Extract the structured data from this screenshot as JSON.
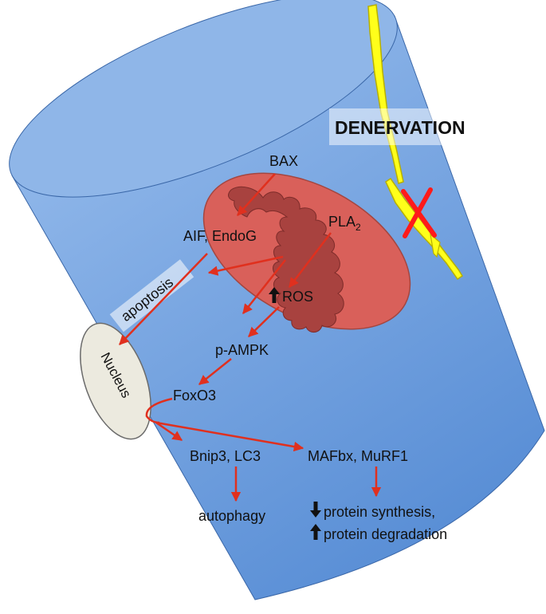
{
  "colors": {
    "cylinder_top": "#8fb6e8",
    "cylinder_body_light": "#9cc0ee",
    "cylinder_body_dark": "#5a8fd6",
    "mitochondrion_outer": "#d9605a",
    "mitochondrion_inner": "#a8423f",
    "nerve": "#ffff1a",
    "cross": "#ff1a1a",
    "arrow": "#e0301e",
    "nucleus": "#eceadf"
  },
  "labels": {
    "denervation": "DENERVATION",
    "bax": "BAX",
    "pla2_base": "PLA",
    "pla2_sub": "2",
    "aif_endog": "AIF, EndoG",
    "apoptosis": "apoptosis",
    "ros": "ROS",
    "p_ampk": "p-AMPK",
    "nucleus": "Nucleus",
    "foxo3": "FoxO3",
    "bnip3_lc3": "Bnip3, LC3",
    "mafbx_murf1": "MAFbx, MuRF1",
    "autophagy": "autophagy",
    "protein_synthesis": "protein synthesis,",
    "protein_degradation": "protein degradation"
  },
  "icons": {
    "up": "up-arrow-icon",
    "down": "down-arrow-icon",
    "cross": "cross-mark-icon"
  }
}
